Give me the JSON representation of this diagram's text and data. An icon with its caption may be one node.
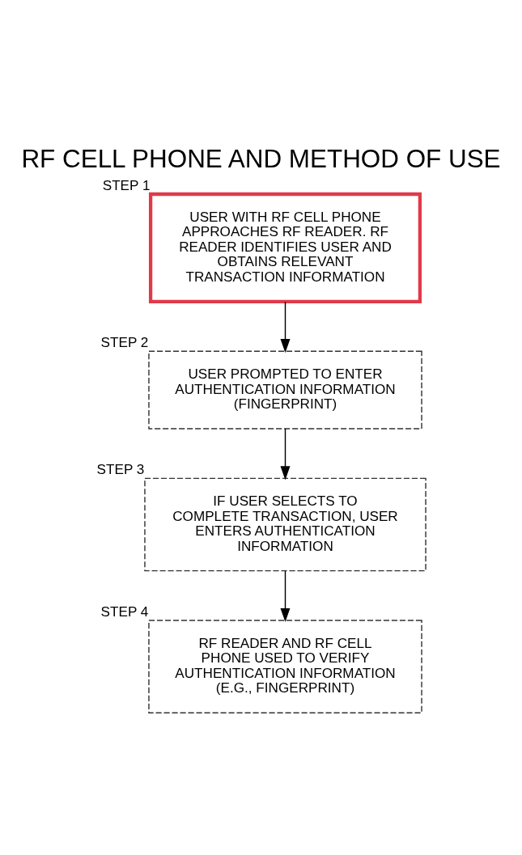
{
  "diagram": {
    "title": "RF CELL PHONE AND METHOD OF USE",
    "nodes": [
      {
        "text": [
          "USER WITH RF CELL PHONE APPROACHES RF READER. RF READER IDENTIFIES USER AND OBTAINS RELEVANT TRANSACTION INFORMATION"
        ],
        "beside": [
          "STEP 1"
        ]
      },
      {
        "text": [
          "USER PROMPTED TO ENTER AUTHENTICATION INFORMATION (FINGERPRINT)"
        ],
        "beside": [
          "STEP 2"
        ]
      },
      {
        "text": [
          "IF USER SELECTS TO COMPLETE TRANSACTION, USER ENTERS AUTHENTICATION INFORMATION"
        ],
        "beside": [
          "STEP 3"
        ]
      },
      {
        "text": [
          "RF READER AND RF CELL PHONE USED TO VERIFY AUTHENTICATION INFORMATION (E.G., FINGERPRINT)"
        ],
        "beside": [
          "STEP 4"
        ]
      }
    ],
    "edges": [
      {
        "from": 0,
        "to": 1,
        "arrow": "to"
      },
      {
        "from": 1,
        "to": 2,
        "arrow": "to"
      },
      {
        "from": 2,
        "to": 3,
        "arrow": "to"
      }
    ]
  }
}
